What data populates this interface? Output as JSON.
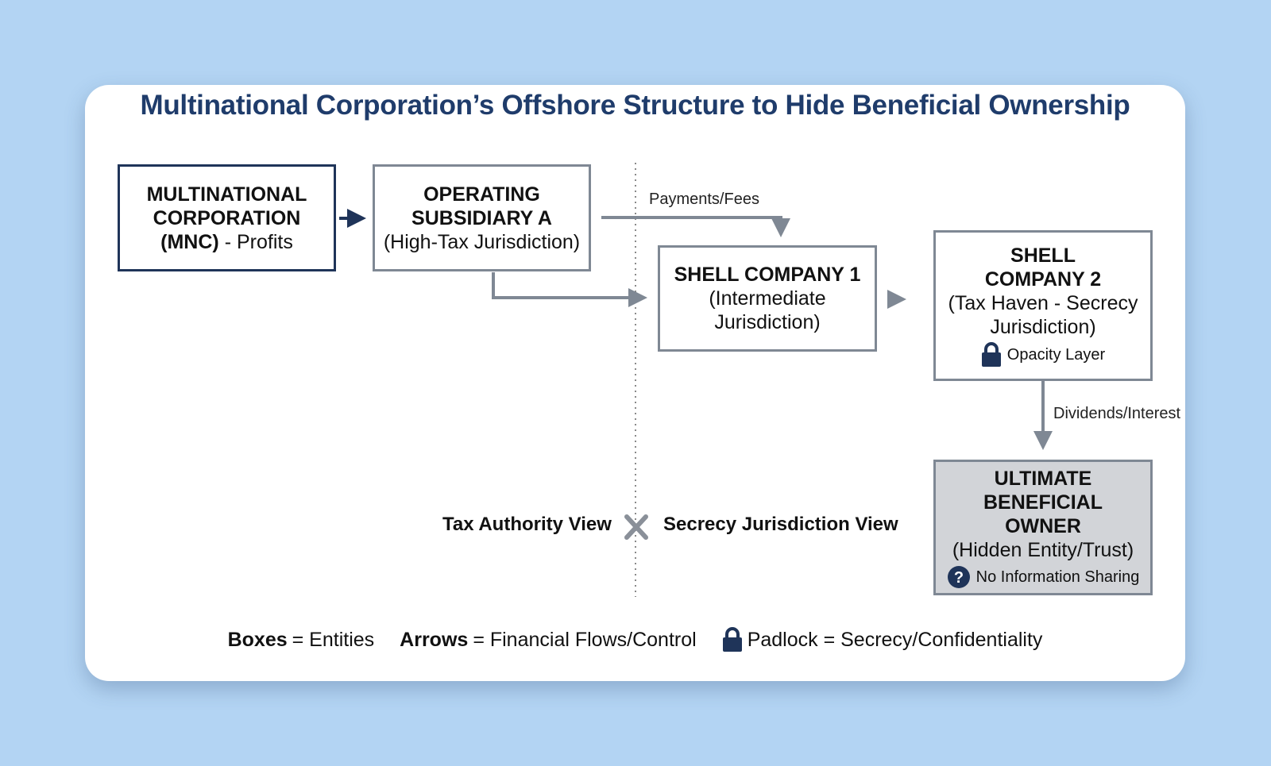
{
  "title": "Multinational Corporation’s Offshore Structure to Hide Beneficial Ownership",
  "nodes": {
    "mnc": {
      "l1": "MULTINATIONAL",
      "l2": "CORPORATION",
      "l3_bold": "(MNC)",
      "l3_rest": " - Profits"
    },
    "opsub": {
      "l1": "OPERATING",
      "l2": "SUBSIDIARY A",
      "l3": "(High-Tax Jurisdiction)"
    },
    "shell1": {
      "l1": "SHELL COMPANY 1",
      "l2": "(Intermediate",
      "l3": "Jurisdiction)"
    },
    "shell2": {
      "l1": "SHELL",
      "l2": "COMPANY 2",
      "l3": "(Tax Haven - Secrecy",
      "l4": "Jurisdiction)",
      "note": "Opacity Layer",
      "note_icon": "padlock-icon"
    },
    "owner": {
      "l1": "ULTIMATE",
      "l2": "BENEFICIAL",
      "l3": "OWNER",
      "l4": "(Hidden Entity/Trust)",
      "note": "No Information Sharing",
      "note_icon": "question-icon"
    }
  },
  "flows": {
    "payments": "Payments/Fees",
    "dividends": "Dividends/Interest"
  },
  "views": {
    "left": "Tax Authority View",
    "separator_icon": "x-icon",
    "right": "Secrecy Jurisdiction View"
  },
  "legend": {
    "boxes_key": "Boxes",
    "boxes_value": " = Entities",
    "arrows_key": "Arrows",
    "arrows_value": " = Financial Flows/Control",
    "padlock_icon": "padlock-icon",
    "padlock_value": "Padlock = Secrecy/Confidentiality"
  },
  "colors": {
    "background": "#b3d4f3",
    "title": "#1f3c6b",
    "arrow_gray": "#7f8894",
    "arrow_navy": "#1f3459",
    "owner_fill": "#d2d4d8"
  }
}
